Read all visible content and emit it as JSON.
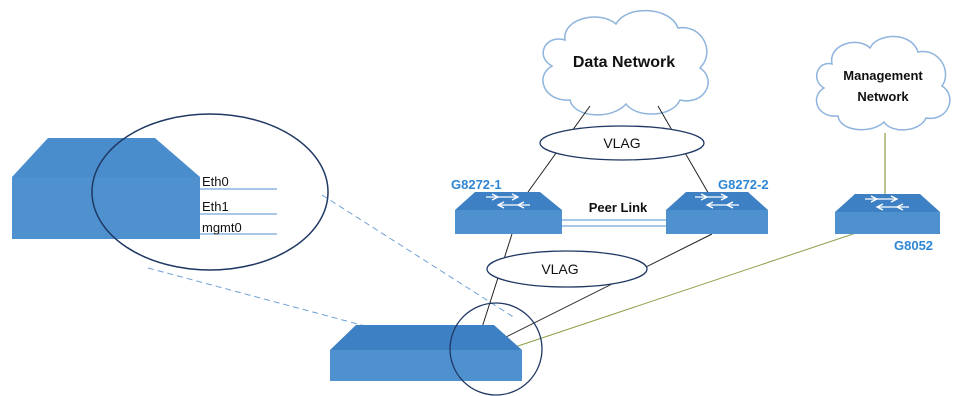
{
  "clouds": {
    "data_network": "Data Network",
    "management_network_line1": "Management",
    "management_network_line2": "Network"
  },
  "links": {
    "vlag_top": "VLAG",
    "vlag_bottom": "VLAG",
    "peer_link": "Peer Link"
  },
  "switches": {
    "switch_1": "G8272-1",
    "switch_2": "G8272-2",
    "mgmt_switch": "G8052"
  },
  "server_ports": [
    "Eth0",
    "Eth1",
    "mgmt0"
  ],
  "colors": {
    "device_fill": "#4f90cf",
    "device_top": "#3e80c4",
    "cloud_stroke": "#8fb4dd",
    "label_blue": "#2e86d4",
    "mgmt_link": "#8aa04a",
    "zoom_dash": "#6fa0d6"
  }
}
